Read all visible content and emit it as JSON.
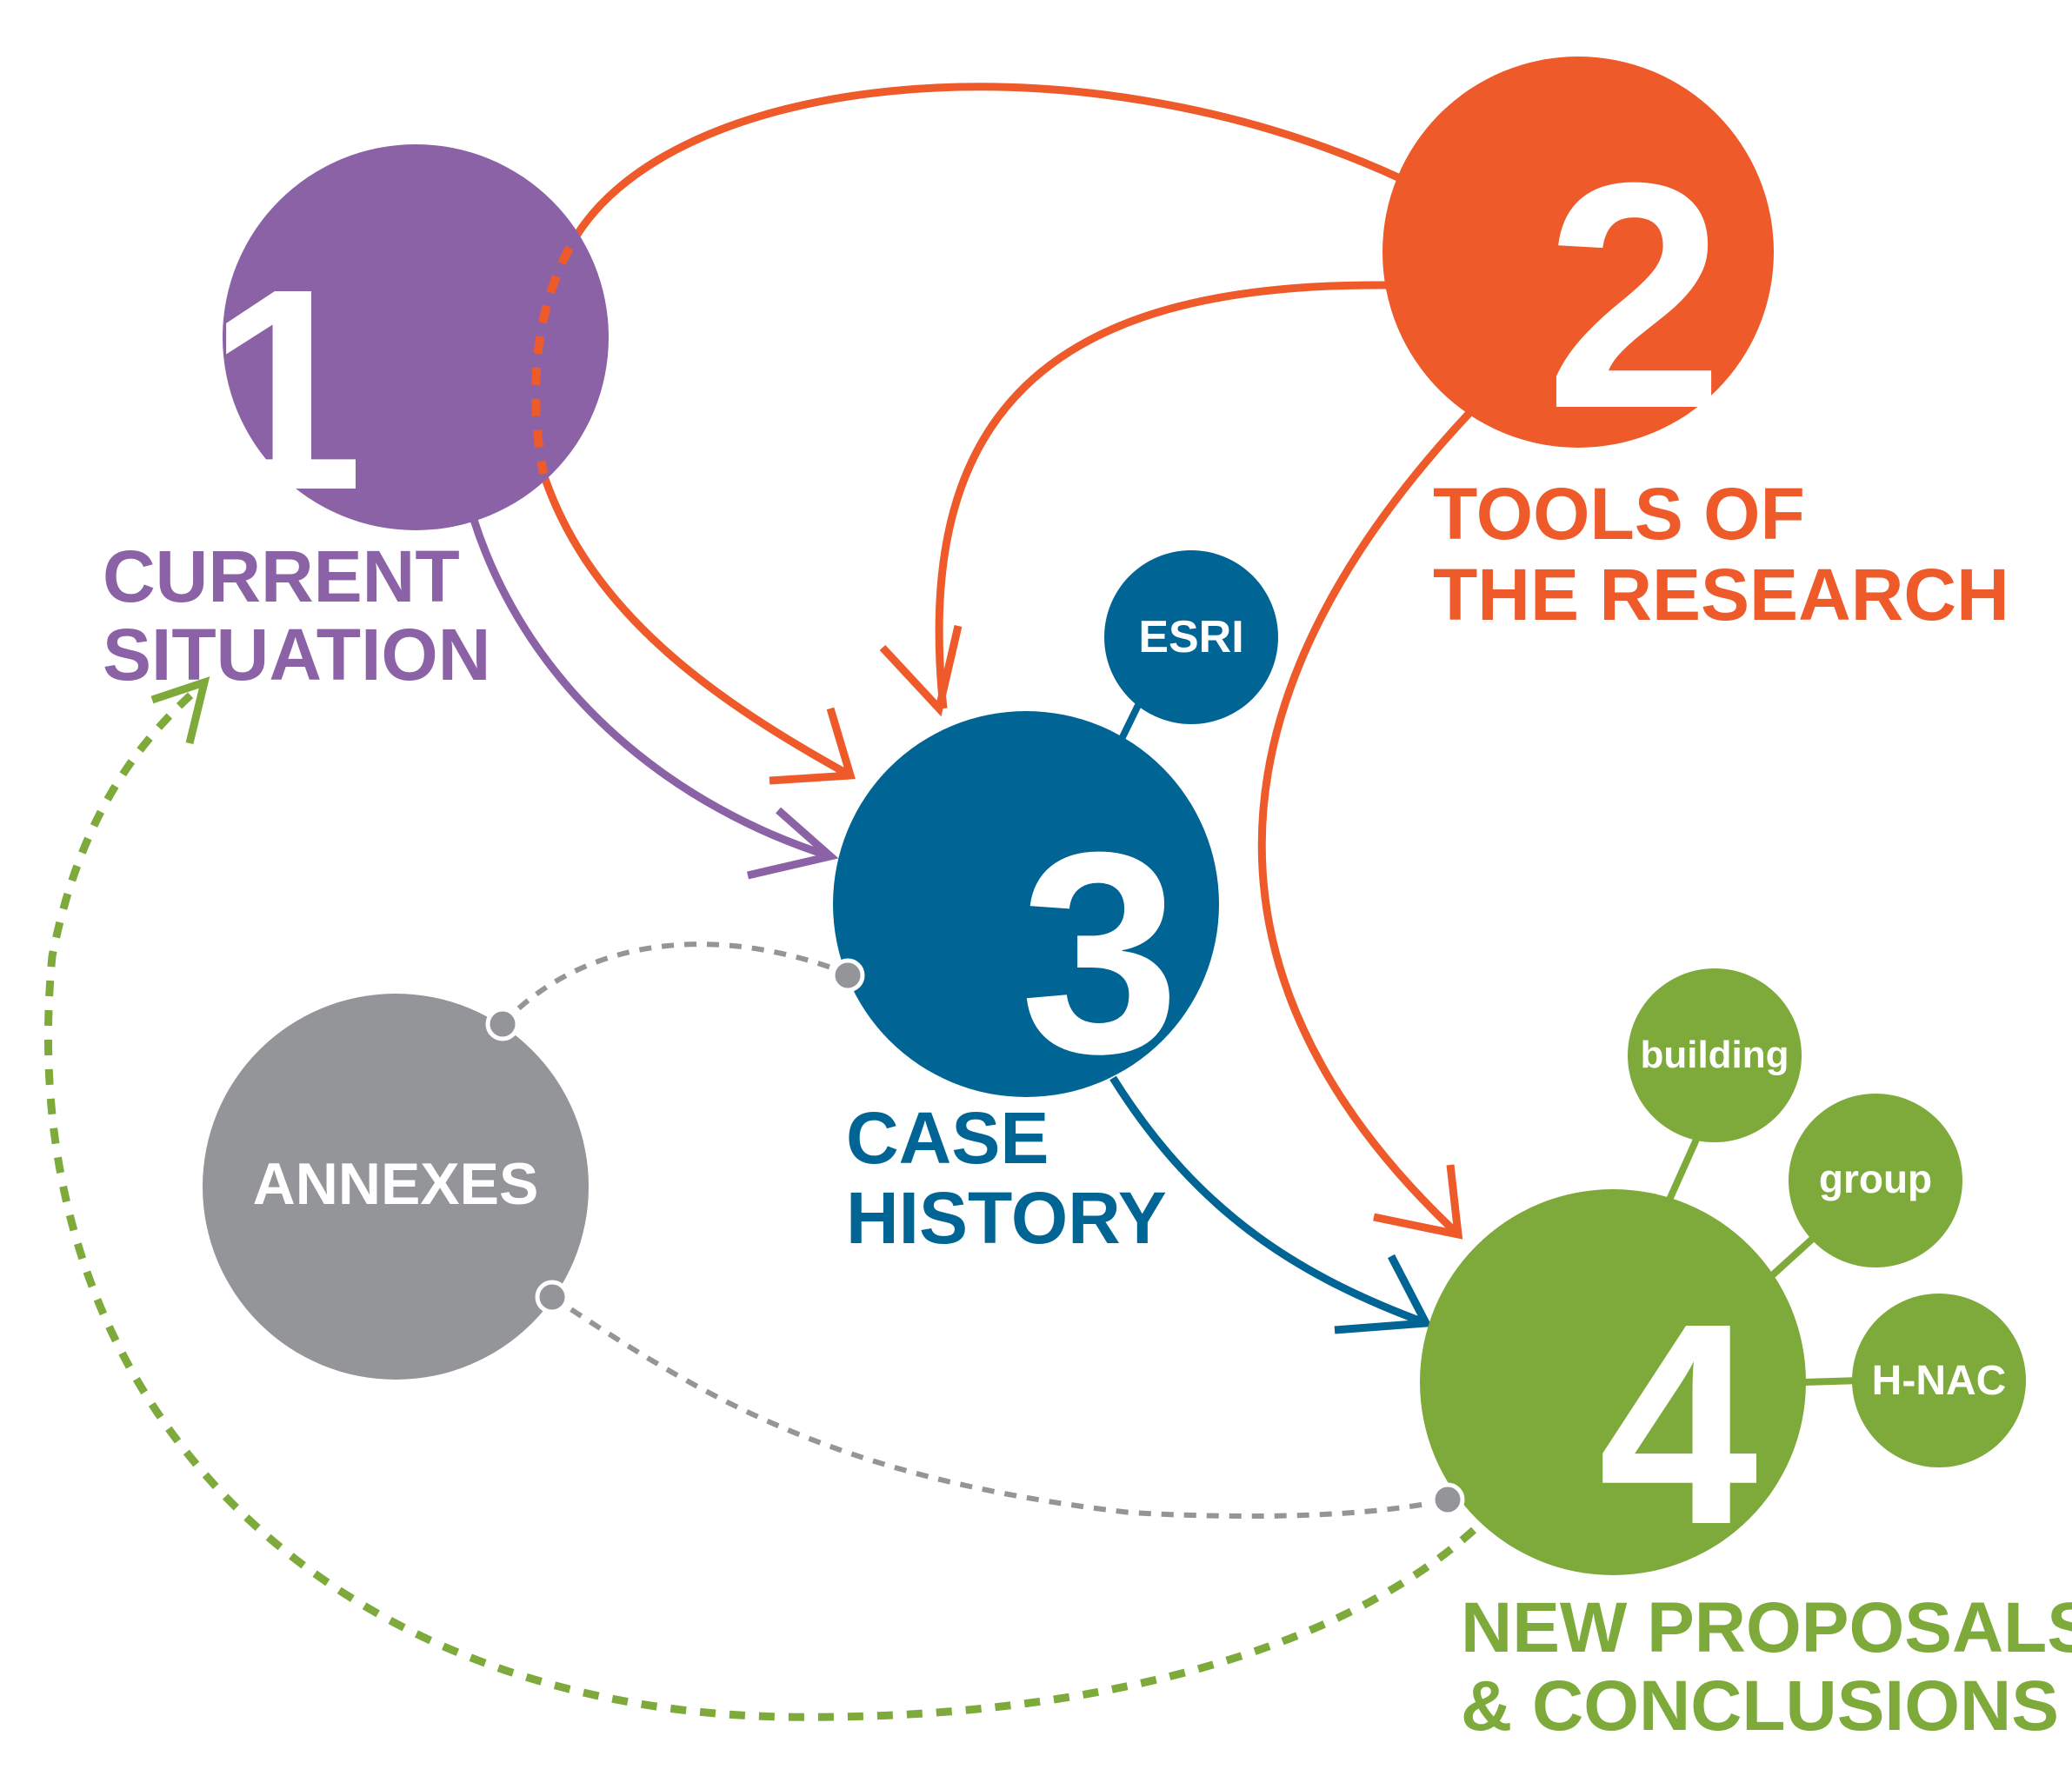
{
  "colors": {
    "purple": "#8C62A6",
    "orange": "#EE5A2A",
    "blue": "#006594",
    "green": "#7DAA3B",
    "gray": "#939598",
    "white": "#FFFFFF"
  },
  "nodes": {
    "n1": {
      "number": "1",
      "label_line1": "CURRENT",
      "label_line2": "SITUATION"
    },
    "n2": {
      "number": "2",
      "label_line1": "TOOLS OF",
      "label_line2": "THE RESEARCH"
    },
    "n3": {
      "number": "3",
      "label_line1": "CASE",
      "label_line2": "HISTORY"
    },
    "n4": {
      "number": "4",
      "label_line1": "NEW PROPOSALS",
      "label_line2": "& CONCLUSIONS"
    },
    "annexes": {
      "label": "ANNEXES"
    }
  },
  "satellites": {
    "esri": "ESRI",
    "building": "building",
    "group": "group",
    "hnac": "H-NAC"
  }
}
